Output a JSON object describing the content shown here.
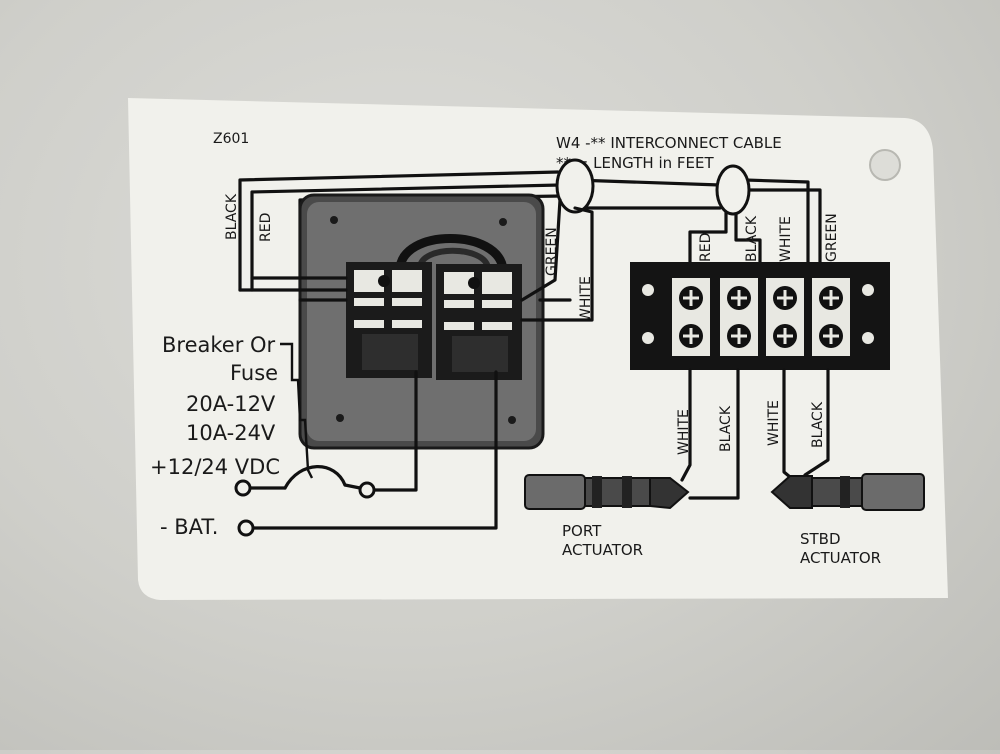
{
  "diagram": {
    "part_number": "Z601",
    "cable_title": "W4 -** INTERCONNECT CABLE",
    "cable_note": "** = LENGTH in FEET",
    "left_wires": {
      "black": "BLACK",
      "red": "RED",
      "green": "GREEN",
      "white": "WHITE"
    },
    "terminal_wires_top": [
      "RED",
      "BLACK",
      "WHITE",
      "GREEN"
    ],
    "terminal_wires_bottom": [
      "WHITE",
      "BLACK",
      "WHITE",
      "BLACK"
    ],
    "breaker": {
      "line1": "Breaker Or",
      "line2": "Fuse",
      "line3": "20A-12V",
      "line4": "10A-24V"
    },
    "supply_positive": "+12/24 VDC",
    "supply_negative": "- BAT.",
    "port_actuator": {
      "line1": "PORT",
      "line2": "ACTUATOR"
    },
    "stbd_actuator": {
      "line1": "STBD",
      "line2": "ACTUATOR"
    }
  }
}
